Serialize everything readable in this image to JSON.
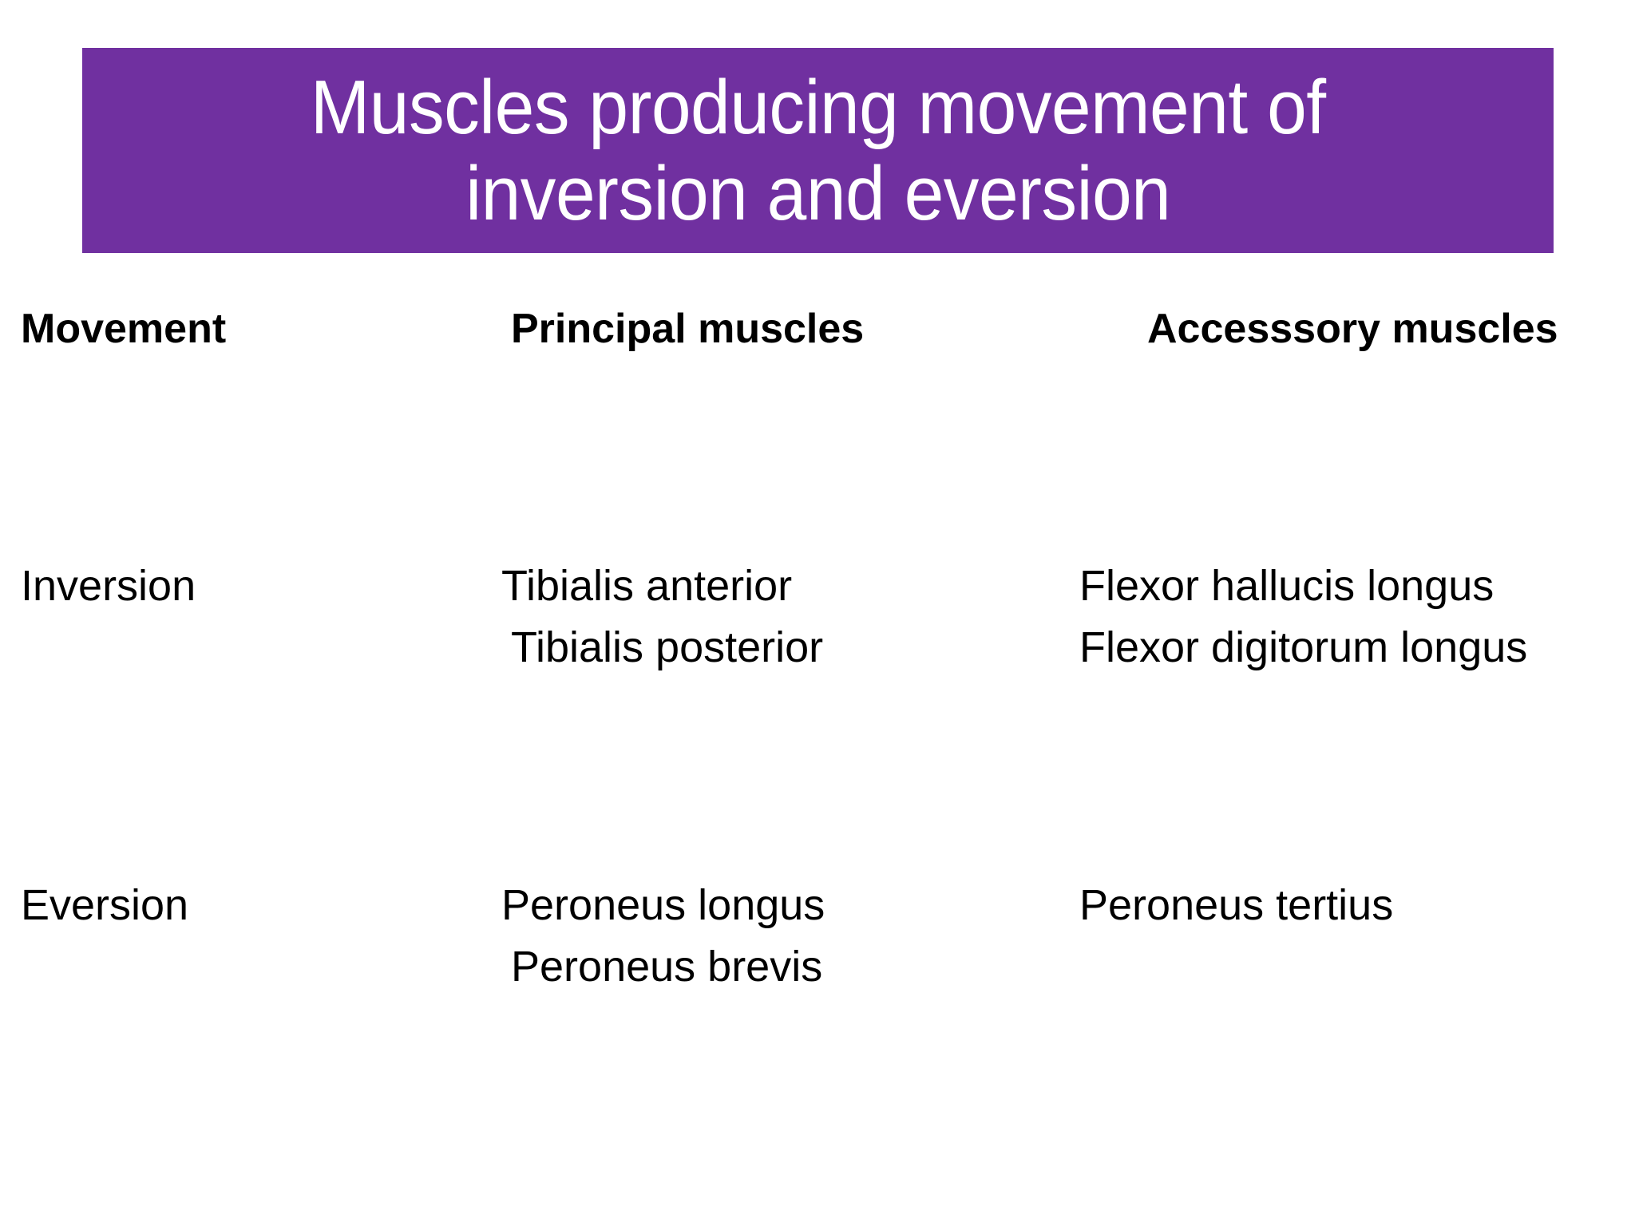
{
  "slide": {
    "background_color": "#FFFFFF",
    "title_band_color": "#7030A0",
    "title_text_color": "#FFFFFF",
    "body_text_color": "#000000"
  },
  "title": {
    "line1": "Muscles producing movement of",
    "line2": "inversion and eversion",
    "full": "Muscles producing movement of inversion and eversion"
  },
  "table": {
    "headers": {
      "movement": "Movement",
      "principal": "Principal muscles",
      "accessory": "Accesssory muscles"
    },
    "rows": [
      {
        "movement": "Inversion",
        "principal": [
          "Tibialis anterior",
          "Tibialis posterior"
        ],
        "accessory": [
          "Flexor hallucis longus",
          "Flexor digitorum longus"
        ]
      },
      {
        "movement": "Eversion",
        "principal": [
          "Peroneus longus",
          "Peroneus brevis"
        ],
        "accessory": [
          "Peroneus tertius"
        ]
      }
    ]
  }
}
